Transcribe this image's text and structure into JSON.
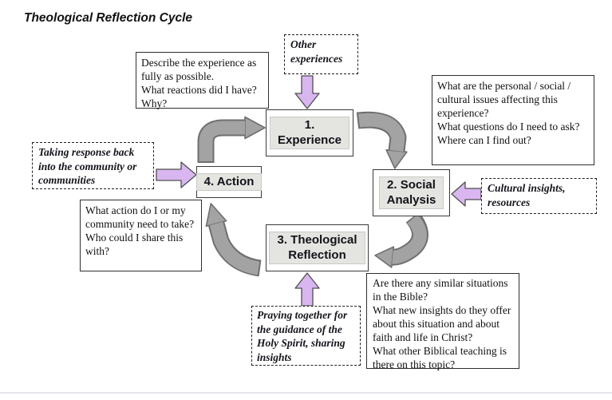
{
  "title": "Theological Reflection Cycle",
  "colors": {
    "arrow_purple_fill": "#d9b6f0",
    "arrow_gray_fill": "#a3a3a3",
    "arrow_gray_outline": "#6f6f6f",
    "stage_label_bg": "#e4e4e1"
  },
  "stages": {
    "experience": {
      "line1": "1.",
      "line2": "Experience"
    },
    "social": {
      "line1": "2. Social",
      "line2": "Analysis"
    },
    "theological": {
      "line1": "3. Theological",
      "line2": "Reflection"
    },
    "action": {
      "label": "4. Action"
    }
  },
  "question_boxes": {
    "experience": {
      "lines": [
        "Describe the experience as fully as possible.",
        "What reactions did I have?",
        "Why?"
      ]
    },
    "social": {
      "lines": [
        "What are the personal / social / cultural issues affecting this experience?",
        "What questions do I need to ask?",
        "Where can I find out?"
      ]
    },
    "theological": {
      "lines": [
        "Are there any similar situations in the Bible?",
        "What new insights do they offer about this situation and about faith and life in Christ?",
        "What other Biblical teaching is there on this topic?"
      ]
    },
    "action": {
      "lines": [
        "What action do I or my community need to take?",
        "Who could I share this with?"
      ]
    }
  },
  "input_notes": {
    "other_experiences": "Other experiences",
    "cultural_insights": "Cultural insights, resources",
    "praying": "Praying together for the guidance of the Holy Spirit, sharing insights",
    "taking_response": "Taking response back into the community or communities"
  },
  "connections": [
    {
      "from": "4. Action",
      "to": "1. Experience"
    },
    {
      "from": "1. Experience",
      "to": "2. Social Analysis"
    },
    {
      "from": "2. Social Analysis",
      "to": "3. Theological Reflection"
    },
    {
      "from": "3. Theological Reflection",
      "to": "4. Action"
    }
  ]
}
